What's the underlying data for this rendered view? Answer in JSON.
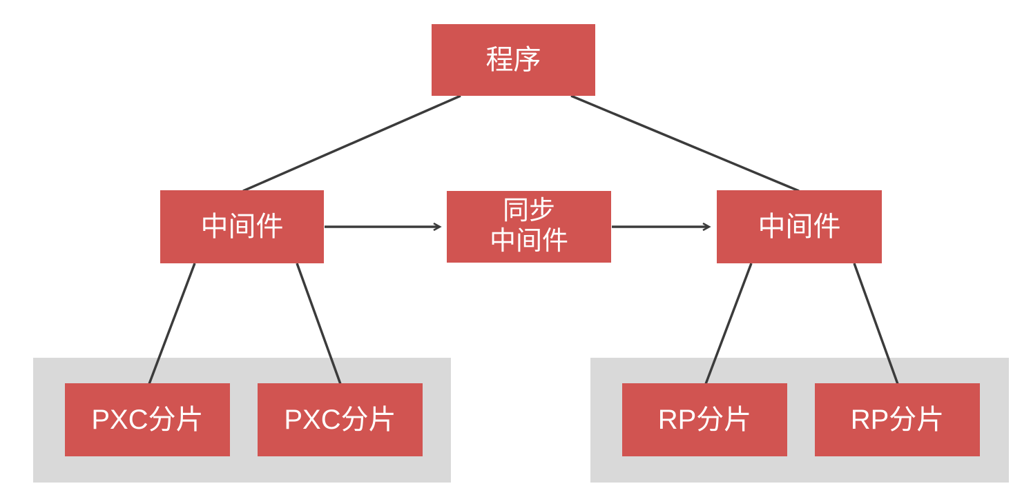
{
  "diagram": {
    "title": "sharding-middleware-architecture",
    "colors": {
      "node_fill": "#d15451",
      "node_text": "#ffffff",
      "group_fill": "#d9d9d9",
      "connector": "#3b3b3b"
    },
    "nodes": {
      "program": {
        "label": "程序"
      },
      "middleware_left": {
        "label": "中间件"
      },
      "sync_middleware": {
        "label": "同步 中间件",
        "line1": "同步",
        "line2": "中间件"
      },
      "middleware_right": {
        "label": "中间件"
      },
      "pxc_shard_1": {
        "label": "PXC分片"
      },
      "pxc_shard_2": {
        "label": "PXC分片"
      },
      "rp_shard_1": {
        "label": "RP分片"
      },
      "rp_shard_2": {
        "label": "RP分片"
      }
    },
    "groups": {
      "pxc_cluster": {
        "members": [
          "pxc_shard_1",
          "pxc_shard_2"
        ]
      },
      "rp_cluster": {
        "members": [
          "rp_shard_1",
          "rp_shard_2"
        ]
      }
    },
    "edges": [
      {
        "from": "program",
        "to": "middleware_left",
        "arrow": false
      },
      {
        "from": "program",
        "to": "middleware_right",
        "arrow": false
      },
      {
        "from": "middleware_left",
        "to": "sync_middleware",
        "arrow": true
      },
      {
        "from": "sync_middleware",
        "to": "middleware_right",
        "arrow": true
      },
      {
        "from": "middleware_left",
        "to": "pxc_shard_1",
        "arrow": false
      },
      {
        "from": "middleware_left",
        "to": "pxc_shard_2",
        "arrow": false
      },
      {
        "from": "middleware_right",
        "to": "rp_shard_1",
        "arrow": false
      },
      {
        "from": "middleware_right",
        "to": "rp_shard_2",
        "arrow": false
      }
    ]
  }
}
